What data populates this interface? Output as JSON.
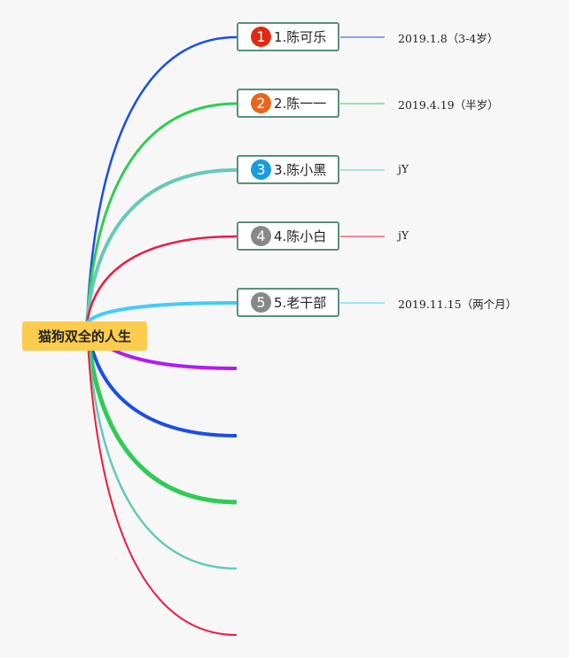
{
  "root": {
    "label": "猫狗双全的人生"
  },
  "branches": [
    {
      "num": "1",
      "label": "1.陈可乐",
      "note": "2019.1.8（3-4岁）",
      "color": "#1a4ee6",
      "badge_color": "#dd2a11"
    },
    {
      "num": "2",
      "label": "2.陈一一",
      "note": "2019.4.19（半岁）",
      "color": "#2ecc55",
      "badge_color": "#e8661c"
    },
    {
      "num": "3",
      "label": "3.陈小黑",
      "note": "jY",
      "color": "#66c9b8",
      "badge_color": "#1a9ae0"
    },
    {
      "num": "4",
      "label": "4.陈小白",
      "note": "jY",
      "color": "#ee1a44",
      "badge_color": "#888888"
    },
    {
      "num": "5",
      "label": "5.老干部",
      "note": "2019.11.15（两个月）",
      "color": "#44ccf5",
      "badge_color": "#888888"
    }
  ],
  "empty_branches": [
    {
      "color": "#b11cf2"
    },
    {
      "color": "#1a4ee6"
    },
    {
      "color": "#2ecc55"
    },
    {
      "color": "#66c9b8"
    },
    {
      "color": "#ee1a44"
    }
  ]
}
